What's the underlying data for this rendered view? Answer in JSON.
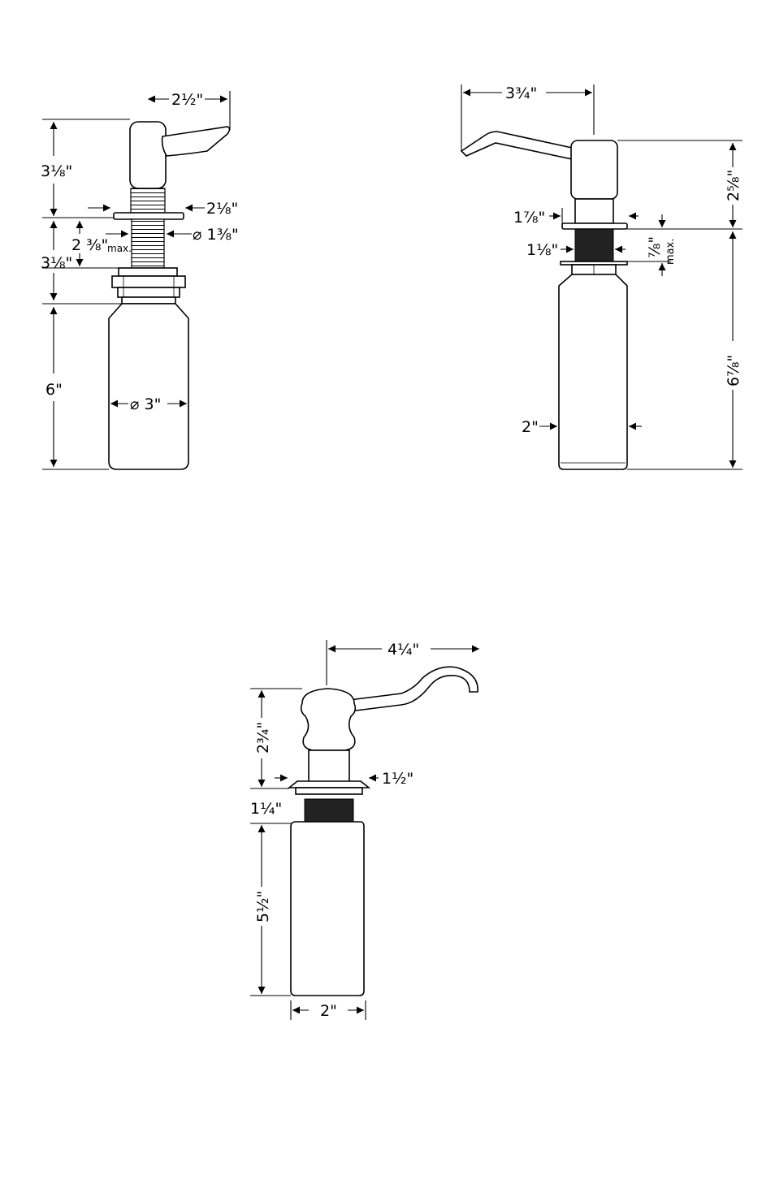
{
  "diagram_a": {
    "spout_reach": "2½\"",
    "head_height": "3⅛\"",
    "flange_dia": "2⅛\"",
    "shank_dia": "⌀ 1⅜\"",
    "deck_thickness": "2 ⅜\"",
    "deck_max_note": "max.",
    "shank_length": "3⅛\"",
    "bottle_height": "6\"",
    "bottle_dia": "⌀ 3\""
  },
  "diagram_b": {
    "spout_reach": "3¾\"",
    "head_height": "2⅝\"",
    "flange_dia": "1⅞\"",
    "shank_dia": "1⅛\"",
    "deck_thickness": "⅞\"",
    "deck_max_note": "max.",
    "bottle_height": "6⅞\"",
    "bottle_dia": "2\""
  },
  "diagram_c": {
    "spout_reach": "4¼\"",
    "head_height": "2¾\"",
    "flange_dia": "1½\"",
    "shank_dia": "1¼\"",
    "bottle_height": "5½\"",
    "bottle_dia": "2\""
  }
}
